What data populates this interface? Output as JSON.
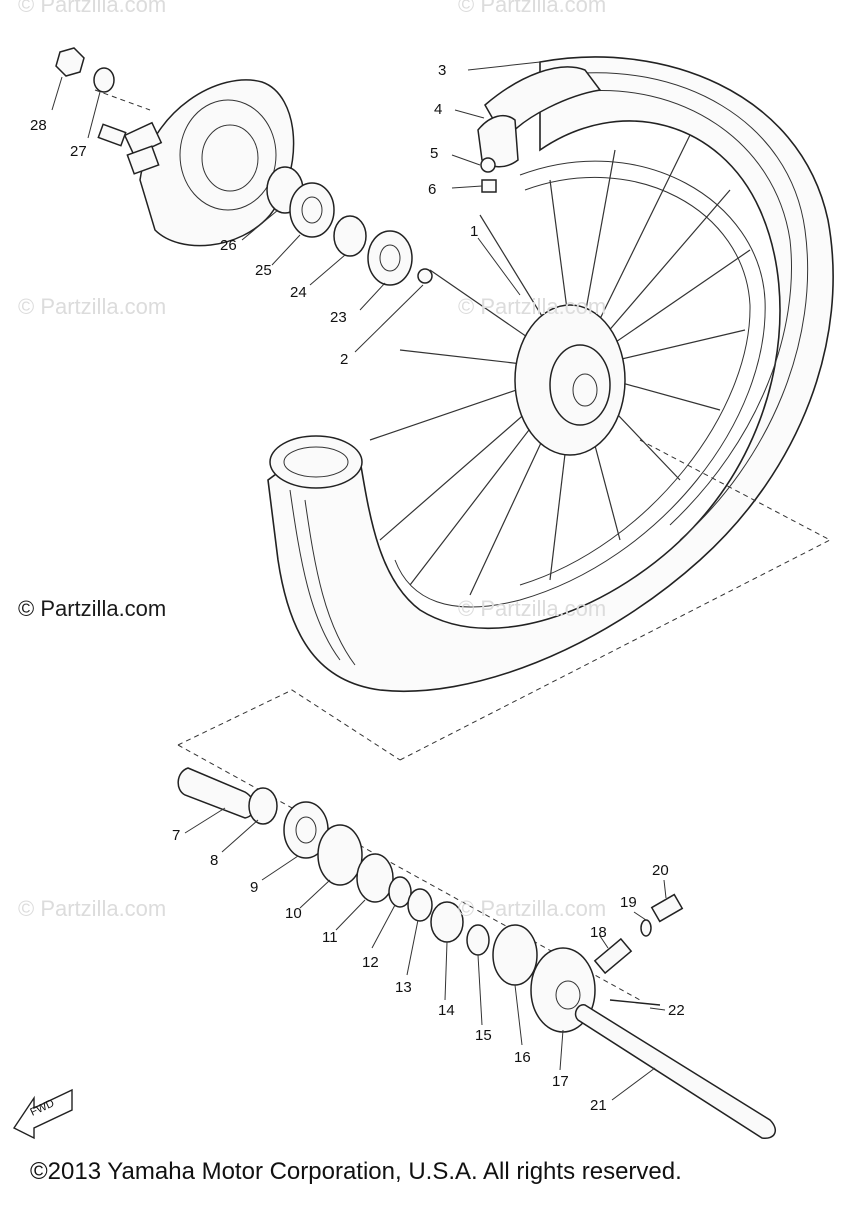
{
  "watermarks": {
    "top_left": "© Partzilla.com",
    "top_right": "© Partzilla.com",
    "mid_left": "© Partzilla.com",
    "mid_center": "© Partzilla.com",
    "left_dark": "© Partzilla.com",
    "wheel_center": "© Partzilla.com",
    "bottom_left": "© Partzilla.com",
    "bottom_center": "© Partzilla.com"
  },
  "callouts": {
    "c1": "1",
    "c2": "2",
    "c3": "3",
    "c4": "4",
    "c5": "5",
    "c6": "6",
    "c7": "7",
    "c8": "8",
    "c9": "9",
    "c10": "10",
    "c11": "11",
    "c12": "12",
    "c13": "13",
    "c14": "14",
    "c15": "15",
    "c16": "16",
    "c17": "17",
    "c18": "18",
    "c19": "19",
    "c20": "20",
    "c21": "21",
    "c22": "22",
    "c23": "23",
    "c24": "24",
    "c25": "25",
    "c26": "26",
    "c27": "27",
    "c28": "28"
  },
  "front_arrow_label": "FWD",
  "copyright": "©2013 Yamaha Motor Corporation, U.S.A. All rights reserved."
}
